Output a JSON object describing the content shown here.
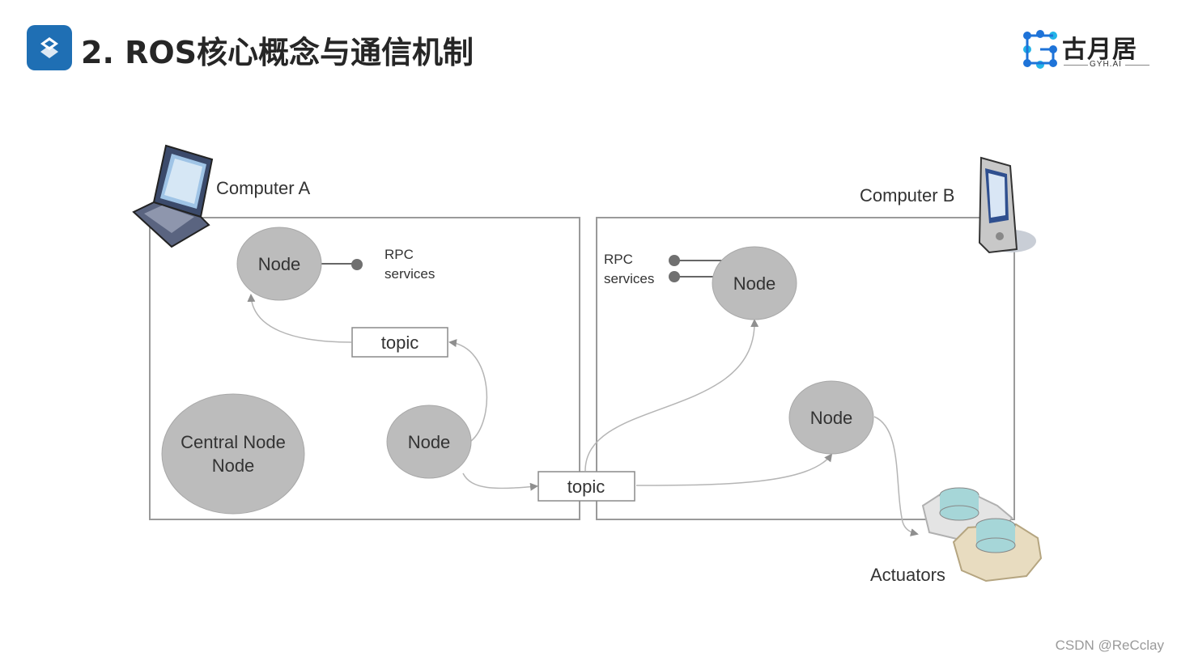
{
  "header": {
    "title": "2. ROS核心概念与通信机制",
    "icon": "s-logo-icon",
    "accent": "#1f6fb4"
  },
  "brand": {
    "name_cn": "古月居",
    "name_en": "GYH.AI"
  },
  "watermark": "CSDN @ReCclay",
  "diagram": {
    "computer_a": "Computer A",
    "computer_b": "Computer B",
    "node_label": "Node",
    "central_node_line1": "Central Node",
    "central_node_line2": "Node",
    "rpc_line1": "RPC",
    "rpc_line2": "services",
    "topic_label": "topic",
    "actuators": "Actuators",
    "colors": {
      "node_fill": "#bcbcbc",
      "box_stroke": "#9a9a9a",
      "arrow": "#999999"
    }
  }
}
